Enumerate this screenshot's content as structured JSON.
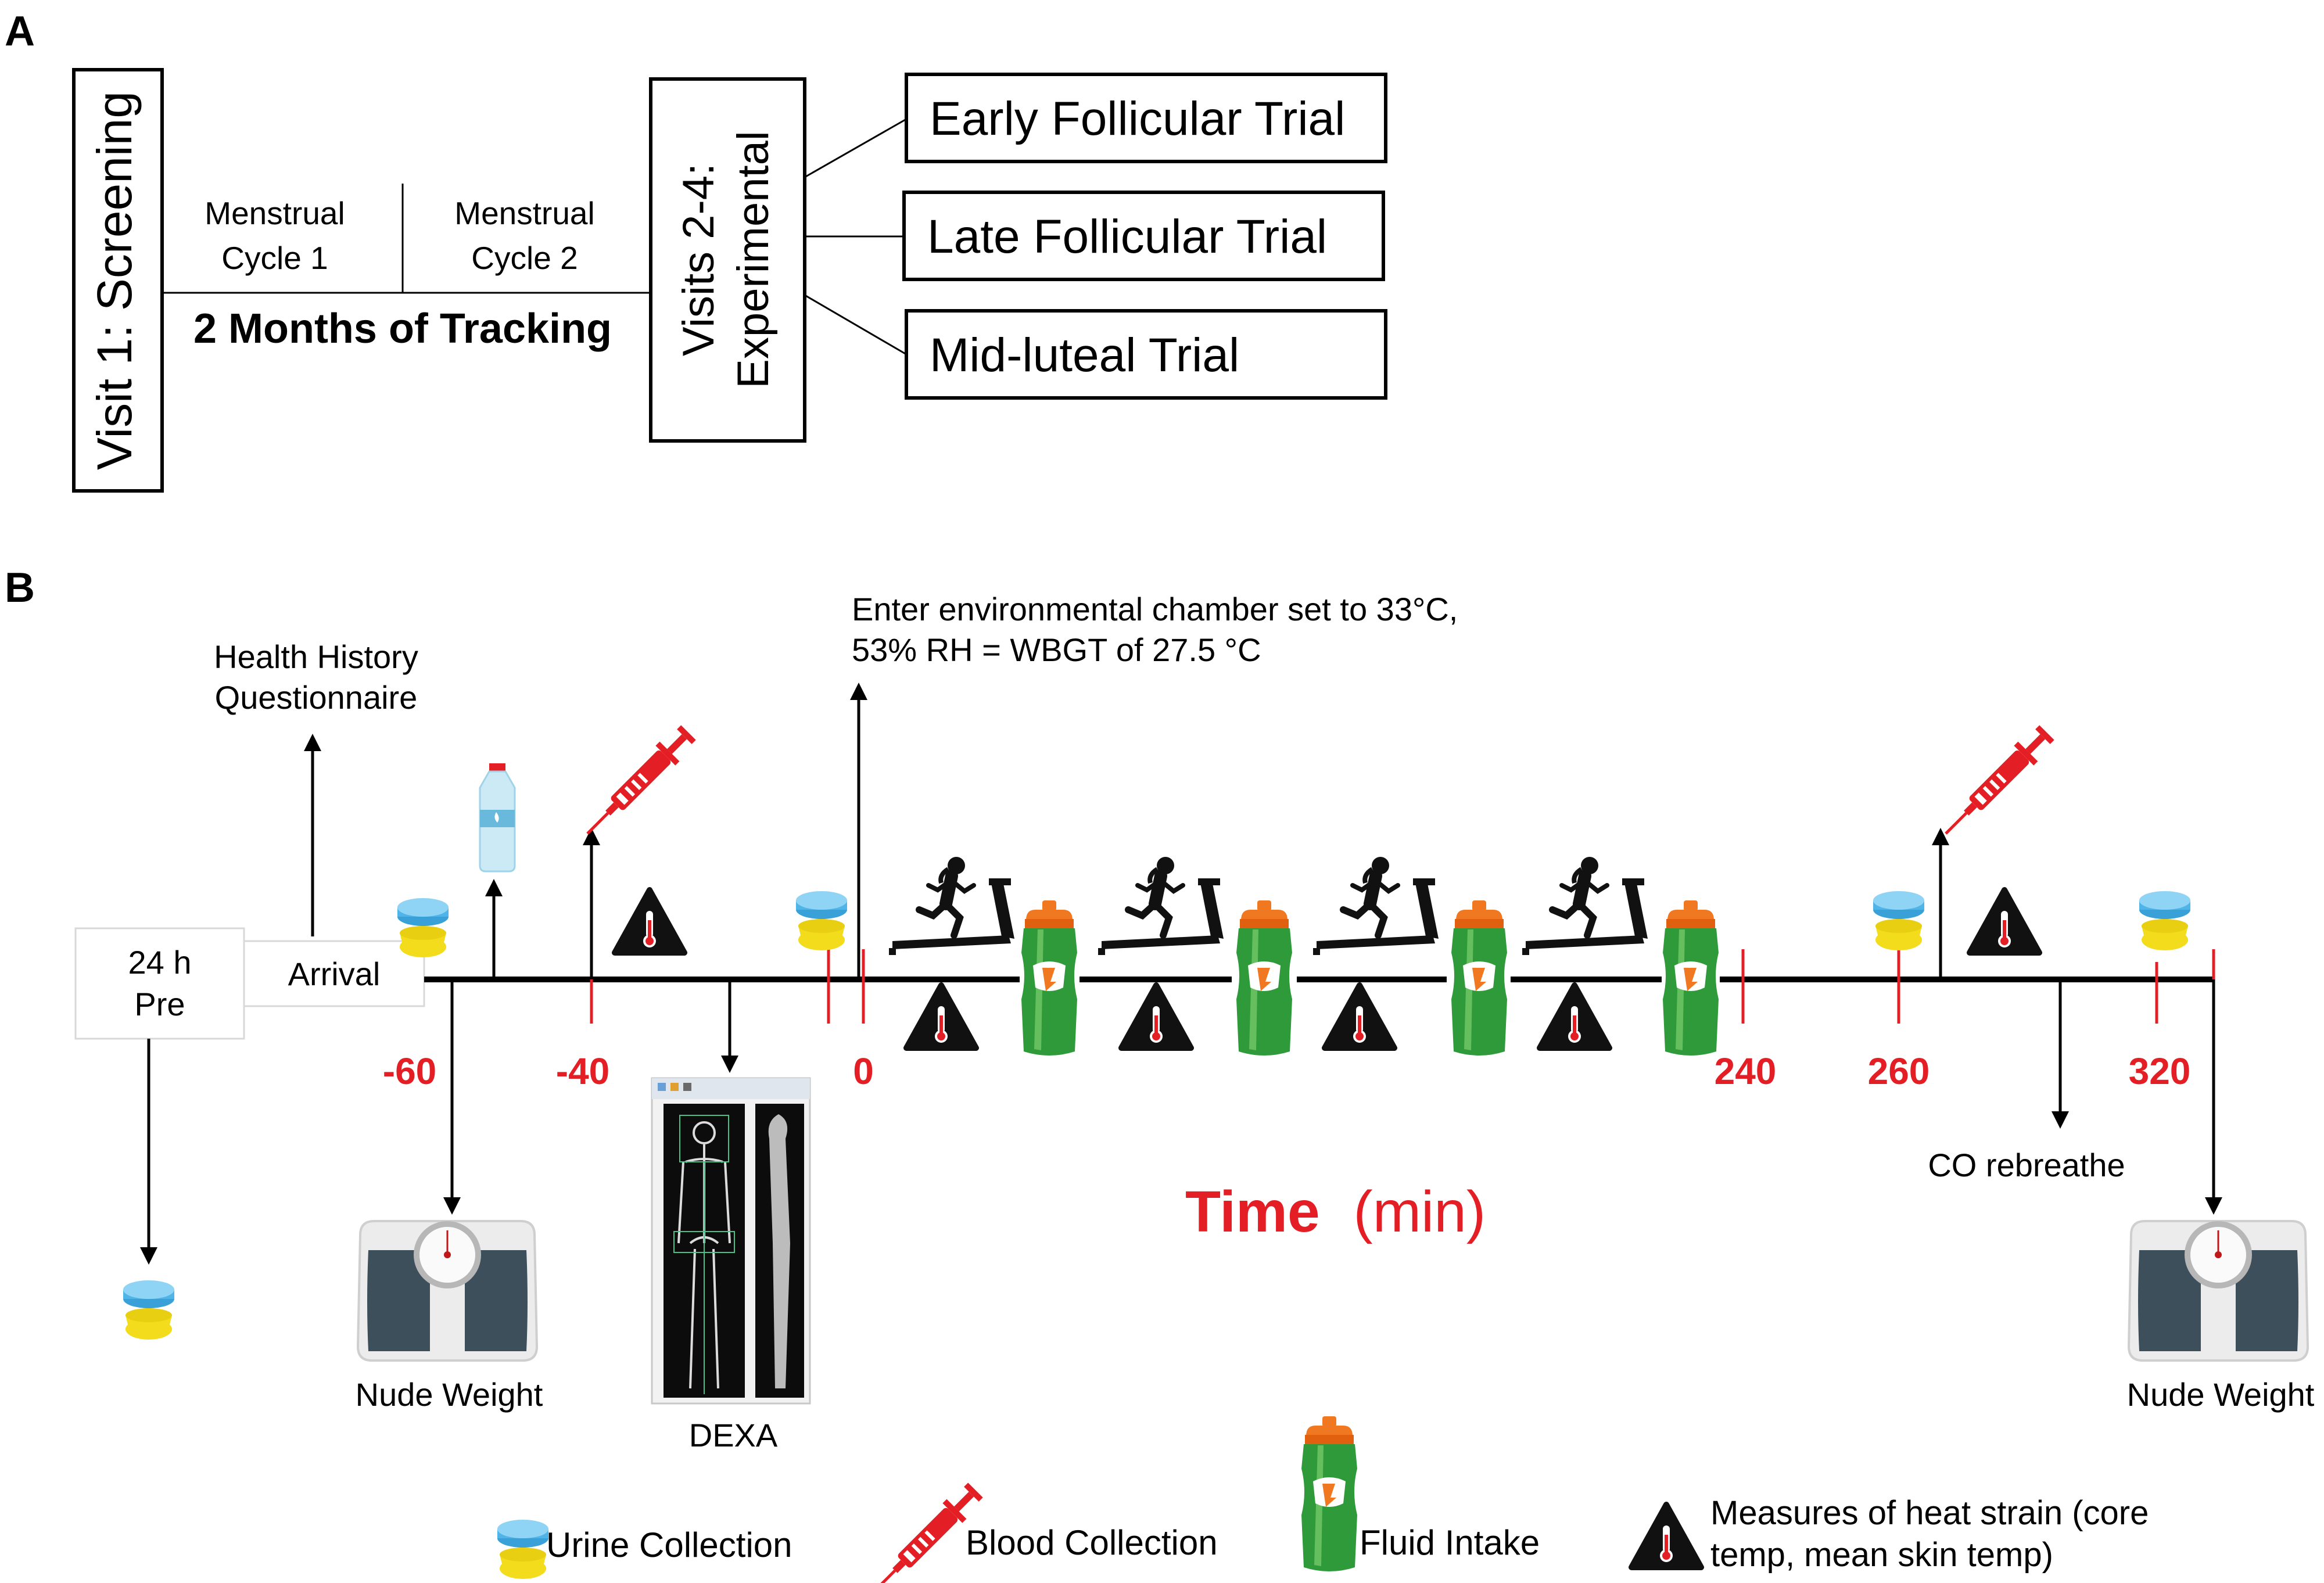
{
  "panel_a": {
    "letter": "A",
    "visit1": "Visit 1: Screening",
    "cycle1": [
      "Menstrual",
      "Cycle 1"
    ],
    "cycle2": [
      "Menstrual",
      "Cycle 2"
    ],
    "tracking": "2 Months of Tracking",
    "visits": [
      "Visits 2-4:",
      "Experimental"
    ],
    "trials": [
      "Early Follicular Trial",
      "Late Follicular Trial",
      "Mid-luteal Trial"
    ]
  },
  "panel_b": {
    "letter": "B",
    "pre_box": [
      "24 h",
      "Pre"
    ],
    "arrival": "Arrival",
    "health": [
      "Health History",
      "Questionnaire"
    ],
    "chamber": [
      "Enter environmental chamber set to 33°C,",
      "53% RH = WBGT of 27.5 °C"
    ],
    "time_ticks": [
      "-60",
      "-40",
      "0",
      "240",
      "260",
      "320"
    ],
    "time_label": "Time",
    "time_unit": "(min)",
    "nude_weight_left": "Nude Weight",
    "nude_weight_right": "Nude Weight",
    "dexa": "DEXA",
    "co_rebreathe": "CO rebreathe"
  },
  "legend": {
    "urine": "Urine Collection",
    "blood": "Blood Collection",
    "fluid": "Fluid Intake",
    "heat": [
      "Measures of heat strain (core",
      "temp, mean skin temp)"
    ]
  },
  "colors": {
    "accent_red": "#e31e24",
    "urine_lid": "#4fb5e8",
    "urine_cup": "#f3dc1c",
    "bottle_green": "#2f9a3a",
    "bottle_cap": "#f07820",
    "warning_triangle": "#000000"
  }
}
